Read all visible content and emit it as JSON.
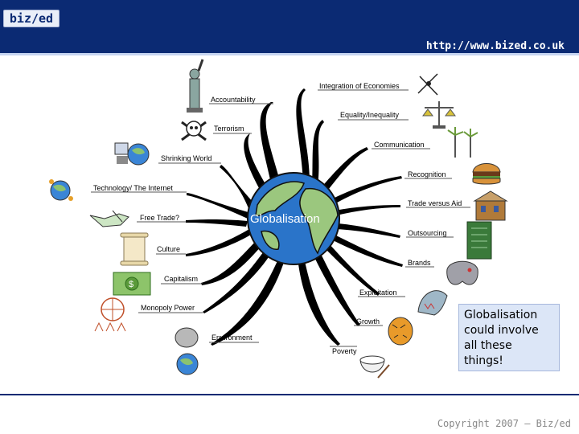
{
  "header": {
    "logo": "biz/ed",
    "url": "http://www.bized.co.uk"
  },
  "diagram": {
    "center": "Globalisation",
    "branches": [
      {
        "id": "accountability",
        "label": "Accountability",
        "icon": "statue-of-liberty-icon"
      },
      {
        "id": "terrorism",
        "label": "Terrorism",
        "icon": "skull-crossbones-icon"
      },
      {
        "id": "shrinking-world",
        "label": "Shrinking World",
        "icon": "computer-globe-icon"
      },
      {
        "id": "technology",
        "label": "Technology/ The Internet",
        "icon": "globe-network-icon"
      },
      {
        "id": "free-trade",
        "label": "Free Trade?",
        "icon": "handshake-icon"
      },
      {
        "id": "culture",
        "label": "Culture",
        "icon": "scroll-icon"
      },
      {
        "id": "capitalism",
        "label": "Capitalism",
        "icon": "banknote-icon"
      },
      {
        "id": "monopoly-power",
        "label": "Monopoly Power",
        "icon": "people-globe-icon"
      },
      {
        "id": "environment",
        "label": "Environment",
        "icon": "elephant-globe-icon"
      },
      {
        "id": "poverty",
        "label": "Poverty",
        "icon": "rice-bowl-icon"
      },
      {
        "id": "growth",
        "label": "Growth",
        "icon": "tiger-icon"
      },
      {
        "id": "exploitation",
        "label": "Exploitation",
        "icon": "shark-icon"
      },
      {
        "id": "brands",
        "label": "Brands",
        "icon": "game-controller-icon"
      },
      {
        "id": "outsourcing",
        "label": "Outsourcing",
        "icon": "circuit-board-icon"
      },
      {
        "id": "trade-vs-aid",
        "label": "Trade versus Aid",
        "icon": "building-icon"
      },
      {
        "id": "recognition",
        "label": "Recognition",
        "icon": "burger-icon"
      },
      {
        "id": "communication",
        "label": "Communication",
        "icon": "wind-turbine-icon"
      },
      {
        "id": "equality",
        "label": "Equality/Inequality",
        "icon": "scales-icon"
      },
      {
        "id": "integration",
        "label": "Integration of Economies",
        "icon": "compass-icon"
      }
    ]
  },
  "note": {
    "line1": "Globalisation",
    "line2": "could involve",
    "line3": "all these",
    "line4": "things!"
  },
  "footer": {
    "copyright": "Copyright 2007 – Biz/ed"
  },
  "colors": {
    "header": "#0b2a73",
    "note_bg": "#dce6f7",
    "ocean": "#2a74c9",
    "land": "#9bc77e"
  }
}
